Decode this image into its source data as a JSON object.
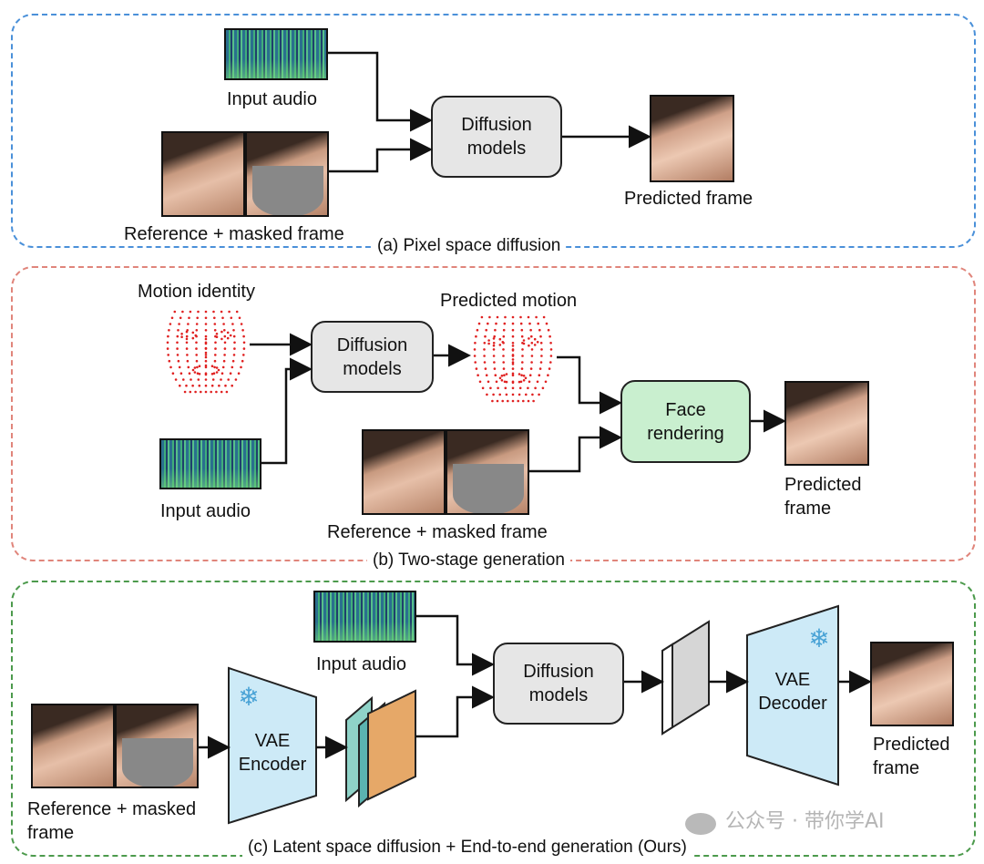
{
  "panel_a": {
    "caption": "(a) Pixel space diffusion",
    "input_audio_label": "Input audio",
    "reference_label": "Reference + masked frame",
    "diffusion_label": "Diffusion models",
    "predicted_label": "Predicted frame"
  },
  "panel_b": {
    "caption": "(b) Two-stage generation",
    "motion_identity_label": "Motion identity",
    "predicted_motion_label": "Predicted motion",
    "diffusion_label": "Diffusion models",
    "face_rendering_label": "Face rendering",
    "input_audio_label": "Input audio",
    "reference_label": "Reference + masked frame",
    "predicted_label": "Predicted frame"
  },
  "panel_c": {
    "caption": "(c) Latent space diffusion + End-to-end generation (Ours)",
    "input_audio_label": "Input audio",
    "diffusion_label": "Diffusion models",
    "vae_encoder_label": "VAE Encoder",
    "vae_decoder_label": "VAE Decoder",
    "reference_label": "Reference + masked frame",
    "predicted_label": "Predicted frame"
  },
  "watermark": "公众号 · 带你学AI",
  "colors": {
    "panel_a_border": "#4a90d9",
    "panel_b_border": "#e0857b",
    "panel_c_border": "#4c9a4c",
    "diffusion_box": "#e6e6e6",
    "face_rendering_box": "#c9efcf",
    "vae_fill": "#cdeaf7",
    "landmark_dots": "#e02020"
  },
  "icons": [
    "spectrogram-icon",
    "face-photo",
    "landmark-mesh-icon",
    "snowflake-icon",
    "wechat-icon"
  ]
}
